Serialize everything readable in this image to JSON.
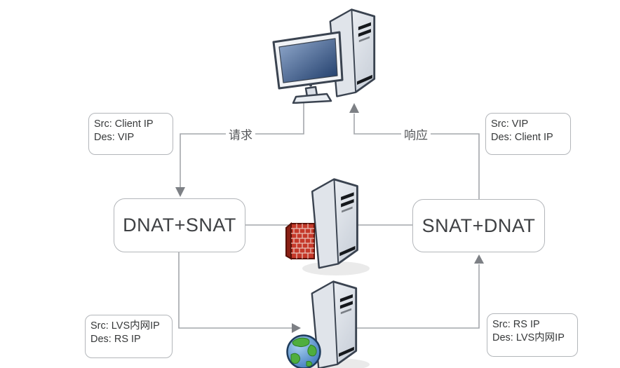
{
  "diagram": {
    "left_node": {
      "label": "DNAT+SNAT"
    },
    "right_node": {
      "label": "SNAT+DNAT"
    },
    "edge_labels": {
      "request": "请求",
      "response": "响应"
    },
    "packet_labels": {
      "client_to_lvs": {
        "line1": "Src: Client IP",
        "line2": "Des: VIP"
      },
      "lvs_to_client": {
        "line1": "Src: VIP",
        "line2": "Des: Client IP"
      },
      "lvs_to_rs": {
        "line1": "Src: LVS内网IP",
        "line2": "Des: RS IP"
      },
      "rs_to_lvs": {
        "line1": "Src: RS IP",
        "line2": "Des: LVS内网IP"
      }
    },
    "icons": {
      "client": "desktop-computer",
      "director": "server-with-firewall",
      "real_server": "server-with-globe"
    },
    "colors": {
      "line": "#a4a7ab",
      "arrow": "#7d8085",
      "box_border": "#b3b6ba",
      "text": "#3a3c3e",
      "screen_blue": "#1f3b66",
      "firewall_red": "#c5392a",
      "globe_green": "#4fae3e",
      "globe_blue": "#2f6cb5"
    }
  }
}
